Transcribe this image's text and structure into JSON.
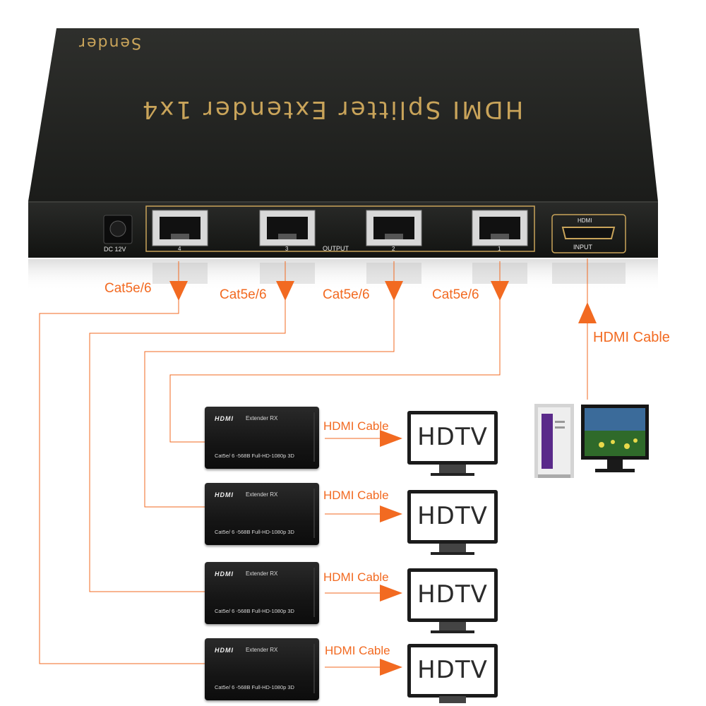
{
  "device": {
    "title": "HDMI Splitter Extender 1x4",
    "sender_label": "Sender",
    "dc_label": "DC 12V",
    "output_label": "OUTPUT",
    "ports": [
      "4",
      "3",
      "2",
      "1"
    ],
    "hdmi_port_top": "HDMI",
    "hdmi_port_bottom": "INPUT"
  },
  "cable_labels": {
    "cat": [
      "Cat5e/6",
      "Cat5e/6",
      "Cat5e/6",
      "Cat5e/6"
    ],
    "hdmi_input": "HDMI Cable"
  },
  "receivers": [
    {
      "logo": "HDMI",
      "ext": "Extender   RX",
      "spec": "Cat5e/ 6 -568B   Full-HD-1080p 3D",
      "cable": "HDMI Cable",
      "tv": "HDTV"
    },
    {
      "logo": "HDMI",
      "ext": "Extender   RX",
      "spec": "Cat5e/ 6 -568B   Full-HD-1080p 3D",
      "cable": "HDMI Cable",
      "tv": "HDTV"
    },
    {
      "logo": "HDMI",
      "ext": "Extender   RX",
      "spec": "Cat5e/ 6 -568B   Full-HD-1080p 3D",
      "cable": "HDMI Cable",
      "tv": "HDTV"
    },
    {
      "logo": "HDMI",
      "ext": "Extender   RX",
      "spec": "Cat5e/ 6 -568B   Full-HD-1080p 3D",
      "cable": "HDMI Cable",
      "tv": "HDTV"
    }
  ],
  "colors": {
    "accent": "#f26a21",
    "device_body": "#1e1f1d",
    "device_text": "#c9a45a"
  }
}
